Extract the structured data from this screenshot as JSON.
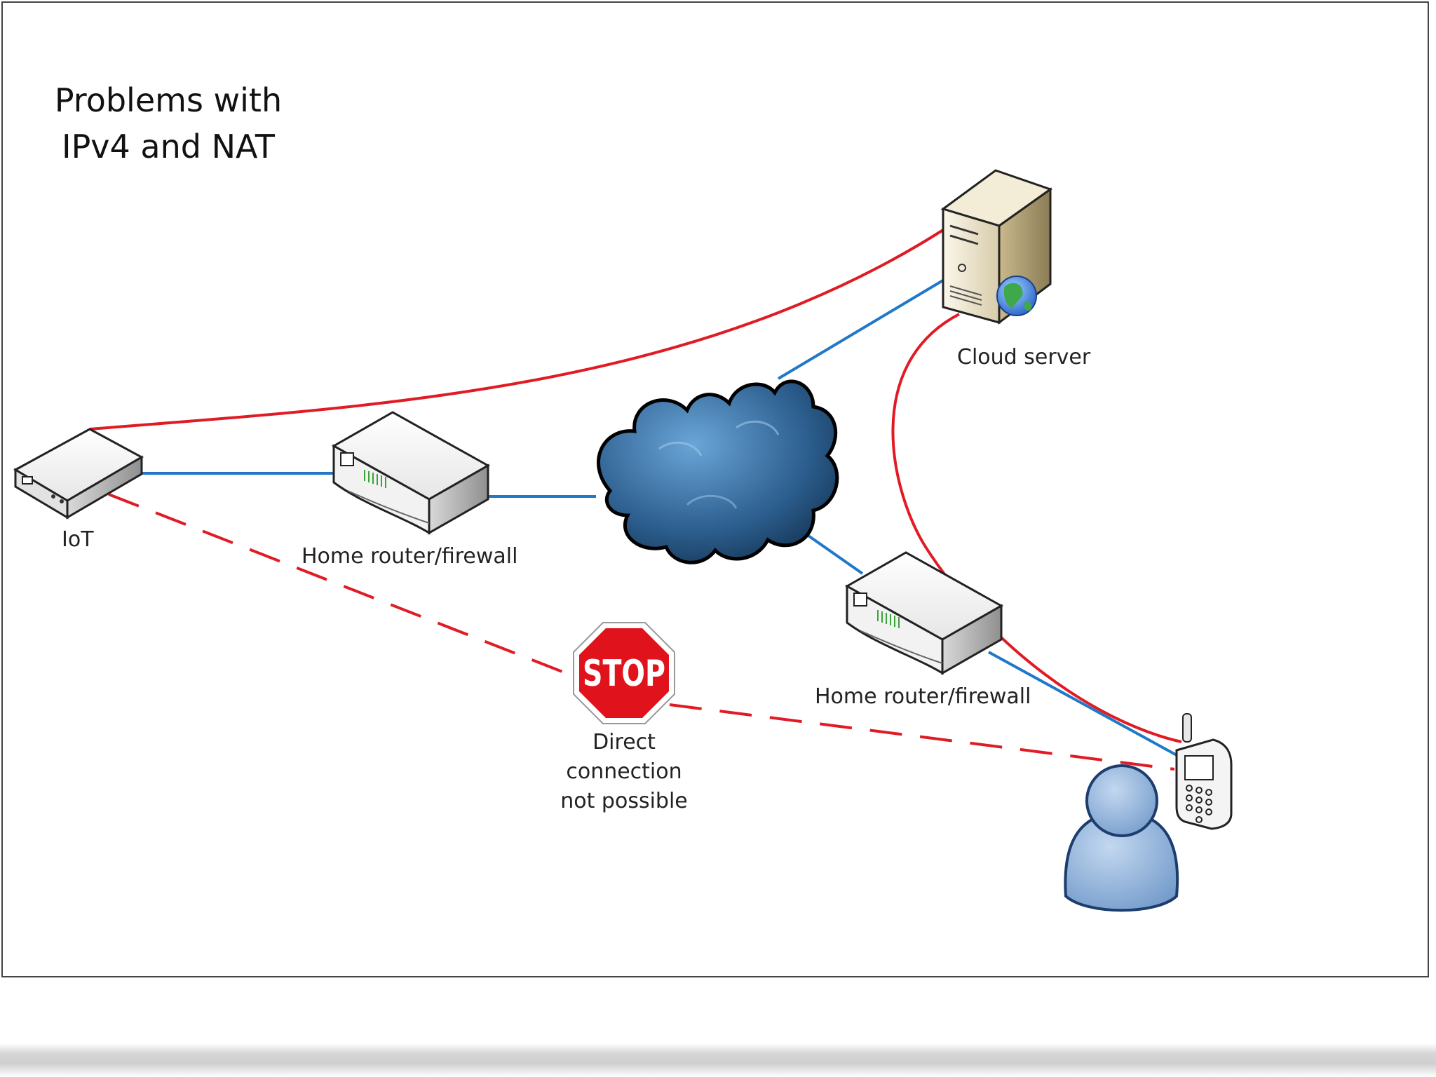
{
  "diagram": {
    "title_line1": "Problems with",
    "title_line2": "IPv4 and NAT",
    "labels": {
      "iot": "IoT",
      "router_left": "Home router/firewall",
      "router_right": "Home router/firewall",
      "cloud_server": "Cloud server",
      "direct_line1": "Direct",
      "direct_line2": "connection",
      "direct_line3": "not possible"
    },
    "stop_sign_text": "STOP",
    "colors": {
      "red_link": "#e01b24",
      "blue_link": "#1f78c8",
      "internet_cloud": "#2b5b86",
      "stop_red": "#e0131c",
      "user_blue": "#8fb3dd"
    },
    "icons": [
      "iot-device-icon",
      "router-icon",
      "internet-cloud-icon",
      "server-icon",
      "globe-icon",
      "stop-sign-icon",
      "user-icon",
      "mobile-phone-icon"
    ]
  }
}
